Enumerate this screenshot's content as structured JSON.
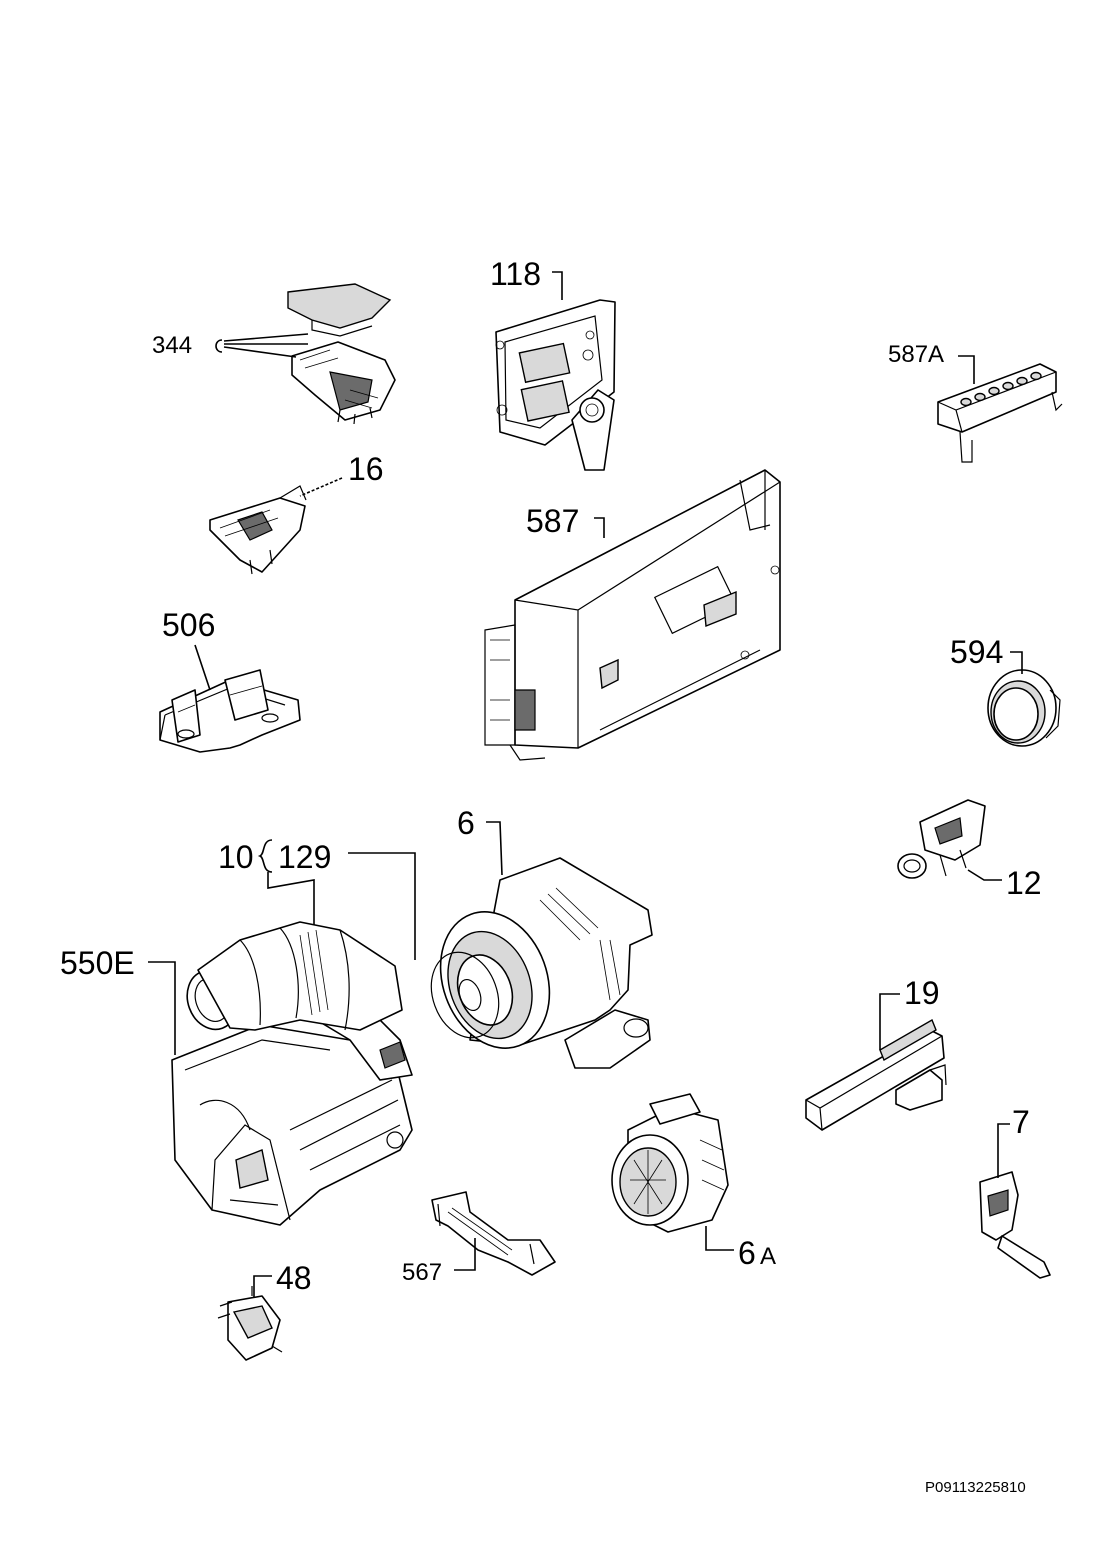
{
  "parts": {
    "p344": "344",
    "p118": "118",
    "p587A": "587A",
    "p16": "16",
    "p587": "587",
    "p506": "506",
    "p594": "594",
    "p6": "6",
    "p10": "10",
    "p129": "129",
    "p12": "12",
    "p550E": "550E",
    "p19": "19",
    "p7": "7",
    "p6A_num": "6",
    "p6A_suffix": "A",
    "p48": "48",
    "p567": "567"
  },
  "reference_code": "P09113225810"
}
